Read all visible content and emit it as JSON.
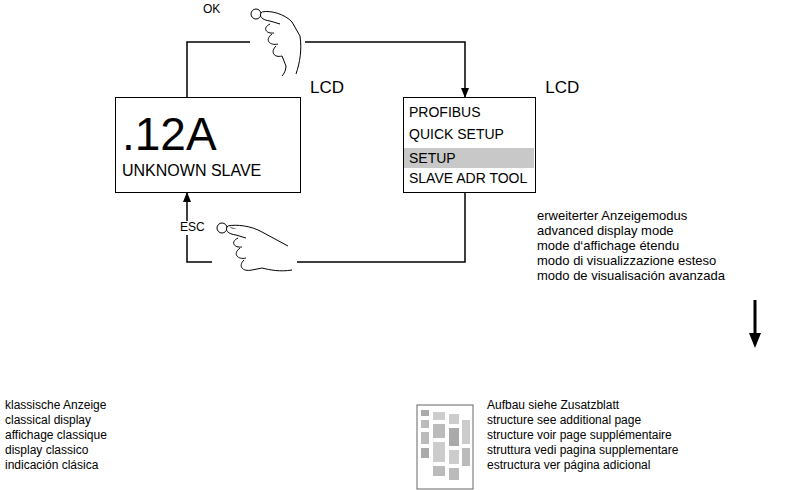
{
  "diagram": {
    "nodes": [
      {
        "text": [
          ".12A",
          "UNKNOWN SLAVE",
          "LCD"
        ]
      },
      {
        "text": [
          "PROFIBUS",
          "QUICK SETUP",
          "SETUP",
          "SLAVE ADR TOOL",
          "LCD"
        ]
      }
    ],
    "edges": [
      {
        "from": 0,
        "to": 1,
        "arrow": "to",
        "label": "OK"
      },
      {
        "from": 1,
        "to": 0,
        "arrow": "to",
        "label": "ESC"
      }
    ],
    "labels": [
      "erweiterter Anzeigemodus",
      "advanced display mode",
      "mode d‘affichage étendu",
      "modo di visualizzazione esteso",
      "modo de visualisación avanzada",
      "klassische Anzeige",
      "classical display",
      "affichage classique",
      "display classico",
      "indicación clásica",
      "Aufbau siehe Zusatzblatt",
      "structure see additional page",
      "structure voir page supplémentaire",
      "struttura vedi pagina supplementare",
      "estructura ver página adicional"
    ]
  }
}
